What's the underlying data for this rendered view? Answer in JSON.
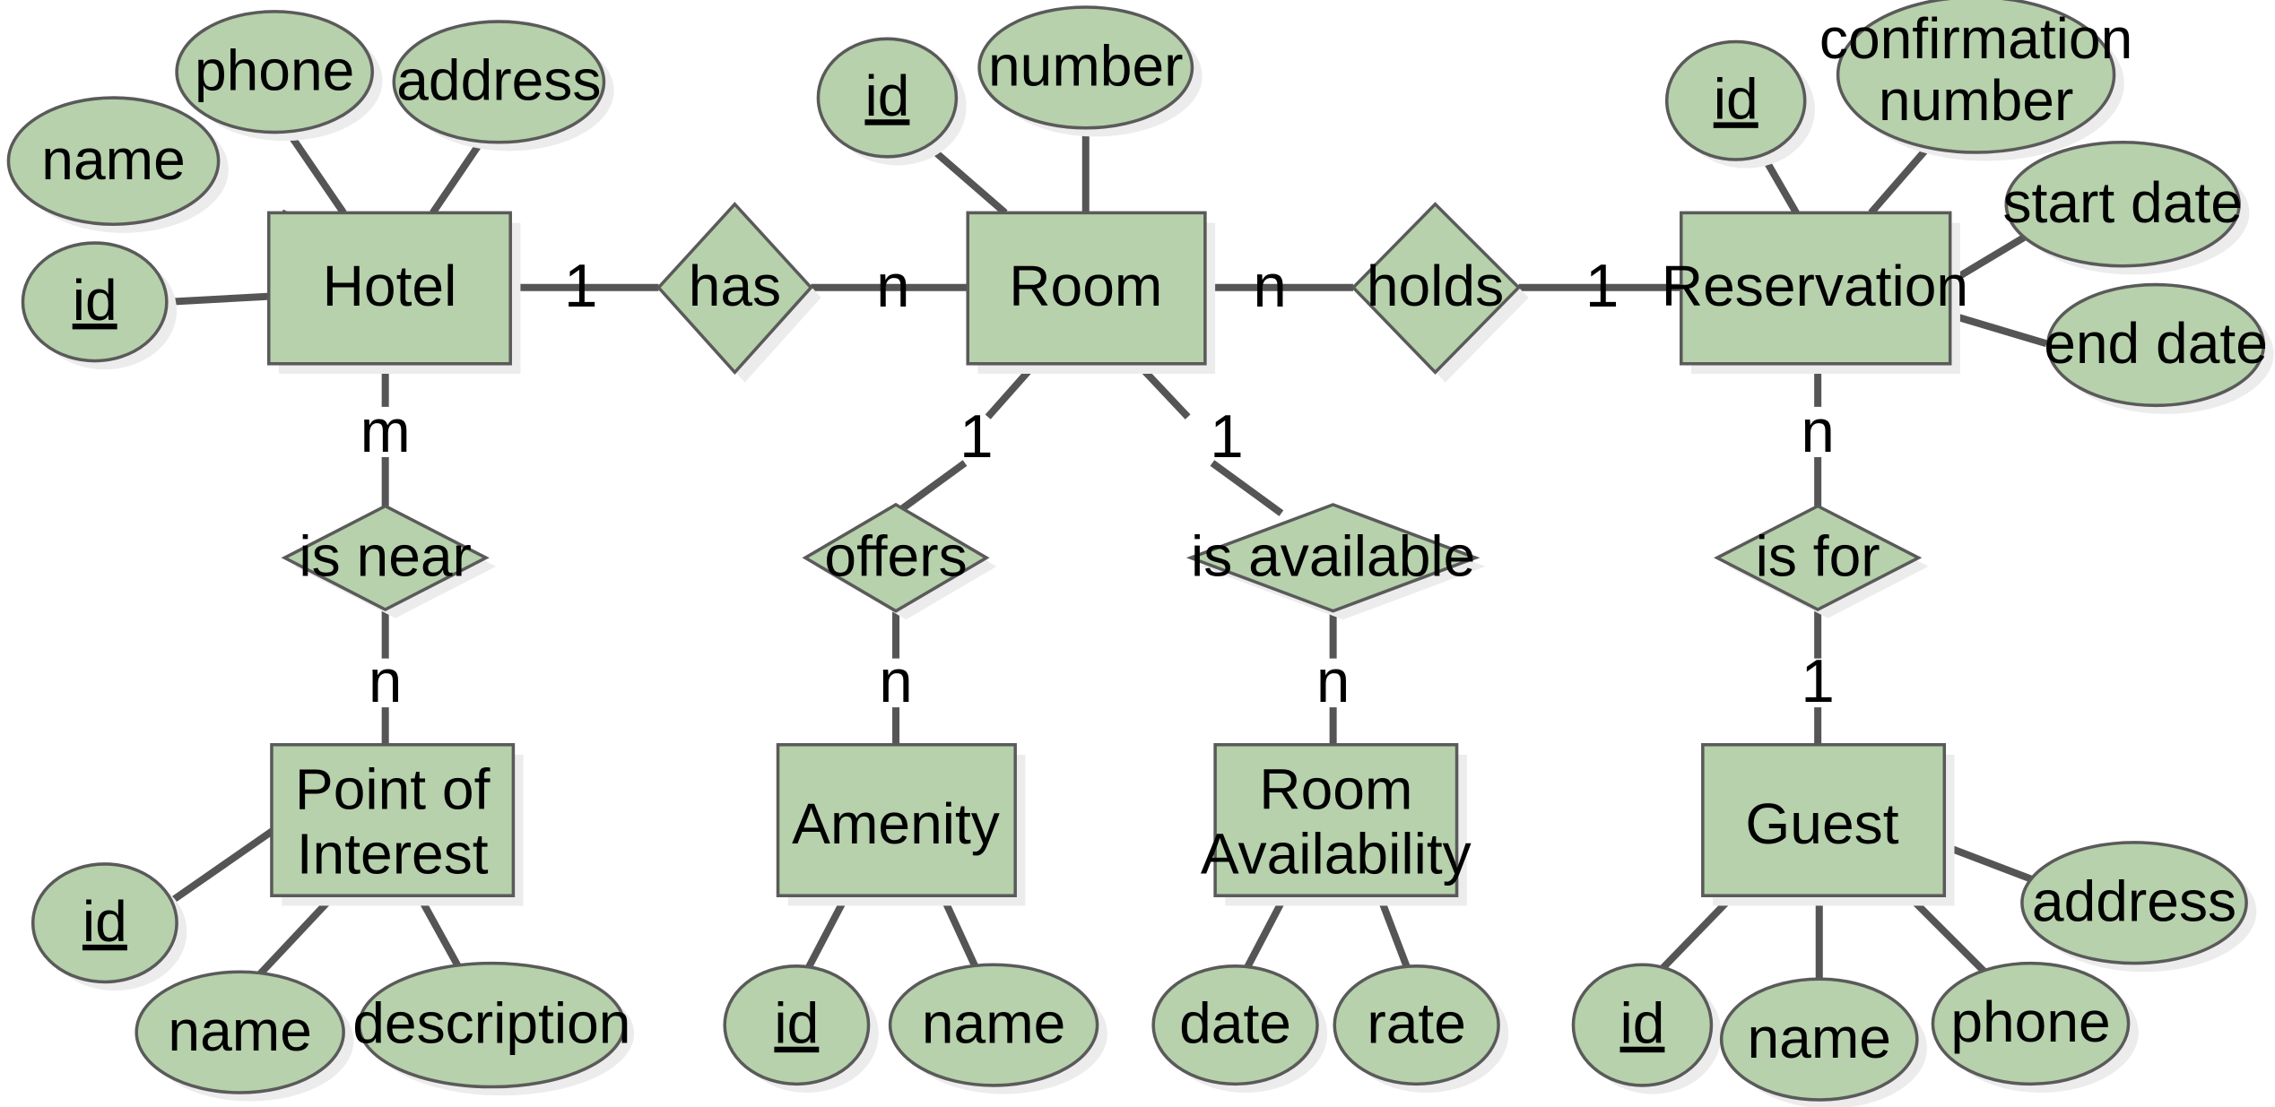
{
  "diagram": {
    "title": "Hotel Reservation ER Diagram",
    "type": "entity-relationship",
    "colors": {
      "shape_fill": "#b6d1ab",
      "shape_stroke": "#5a5a5a",
      "shadow": "#ececec",
      "edge": "#555555",
      "text": "#000000",
      "background": "#ffffff"
    },
    "entities": [
      {
        "id": "hotel",
        "label": "Hotel",
        "lines": [
          "Hotel"
        ]
      },
      {
        "id": "room",
        "label": "Room",
        "lines": [
          "Room"
        ]
      },
      {
        "id": "reservation",
        "label": "Reservation",
        "lines": [
          "Reservation"
        ]
      },
      {
        "id": "poi",
        "label": "Point of Interest",
        "lines": [
          "Point of",
          "Interest"
        ]
      },
      {
        "id": "amenity",
        "label": "Amenity",
        "lines": [
          "Amenity"
        ]
      },
      {
        "id": "room_availability",
        "label": "Room Availability",
        "lines": [
          "Room",
          "Availability"
        ]
      },
      {
        "id": "guest",
        "label": "Guest",
        "lines": [
          "Guest"
        ]
      }
    ],
    "relationships": [
      {
        "id": "has",
        "label": "has",
        "from": "hotel",
        "to": "room",
        "from_cardinality": "1",
        "to_cardinality": "n"
      },
      {
        "id": "holds",
        "label": "holds",
        "from": "room",
        "to": "reservation",
        "from_cardinality": "n",
        "to_cardinality": "1"
      },
      {
        "id": "is_near",
        "label": "is near",
        "from": "hotel",
        "to": "poi",
        "from_cardinality": "m",
        "to_cardinality": "n"
      },
      {
        "id": "offers",
        "label": "offers",
        "from": "room",
        "to": "amenity",
        "from_cardinality": "1",
        "to_cardinality": "n"
      },
      {
        "id": "is_available",
        "label": "is available",
        "from": "room",
        "to": "room_availability",
        "from_cardinality": "1",
        "to_cardinality": "n"
      },
      {
        "id": "is_for",
        "label": "is for",
        "from": "reservation",
        "to": "guest",
        "from_cardinality": "n",
        "to_cardinality": "1"
      }
    ],
    "attributes": [
      {
        "id": "hotel-name",
        "label": "name",
        "entity": "hotel",
        "primary_key": false
      },
      {
        "id": "hotel-phone",
        "label": "phone",
        "entity": "hotel",
        "primary_key": false
      },
      {
        "id": "hotel-address",
        "label": "address",
        "entity": "hotel",
        "primary_key": false
      },
      {
        "id": "hotel-id",
        "label": "id",
        "entity": "hotel",
        "primary_key": true
      },
      {
        "id": "room-id",
        "label": "id",
        "entity": "room",
        "primary_key": true
      },
      {
        "id": "room-number",
        "label": "number",
        "entity": "room",
        "primary_key": false
      },
      {
        "id": "reservation-id",
        "label": "id",
        "entity": "reservation",
        "primary_key": true
      },
      {
        "id": "reservation-confirmation-number",
        "label": "confirmation number",
        "lines": [
          "confirmation",
          "number"
        ],
        "entity": "reservation",
        "primary_key": false
      },
      {
        "id": "reservation-start-date",
        "label": "start date",
        "entity": "reservation",
        "primary_key": false
      },
      {
        "id": "reservation-end-date",
        "label": "end date",
        "entity": "reservation",
        "primary_key": false
      },
      {
        "id": "poi-id",
        "label": "id",
        "entity": "poi",
        "primary_key": true
      },
      {
        "id": "poi-name",
        "label": "name",
        "entity": "poi",
        "primary_key": false
      },
      {
        "id": "poi-description",
        "label": "description",
        "entity": "poi",
        "primary_key": false
      },
      {
        "id": "amenity-id",
        "label": "id",
        "entity": "amenity",
        "primary_key": true
      },
      {
        "id": "amenity-name",
        "label": "name",
        "entity": "amenity",
        "primary_key": false
      },
      {
        "id": "room-availability-date",
        "label": "date",
        "entity": "room_availability",
        "primary_key": false
      },
      {
        "id": "room-availability-rate",
        "label": "rate",
        "entity": "room_availability",
        "primary_key": false
      },
      {
        "id": "guest-id",
        "label": "id",
        "entity": "guest",
        "primary_key": true
      },
      {
        "id": "guest-name",
        "label": "name",
        "entity": "guest",
        "primary_key": false
      },
      {
        "id": "guest-phone",
        "label": "phone",
        "entity": "guest",
        "primary_key": false
      },
      {
        "id": "guest-address",
        "label": "address",
        "entity": "guest",
        "primary_key": false
      }
    ],
    "cardinality_markers": [
      {
        "id": "hotel-has",
        "value": "1"
      },
      {
        "id": "has-room",
        "value": "n"
      },
      {
        "id": "room-holds",
        "value": "n"
      },
      {
        "id": "holds-reservation",
        "value": "1"
      },
      {
        "id": "hotel-is-near",
        "value": "m"
      },
      {
        "id": "is-near-poi",
        "value": "n"
      },
      {
        "id": "room-offers",
        "value": "1"
      },
      {
        "id": "offers-amenity",
        "value": "n"
      },
      {
        "id": "room-is-available",
        "value": "1"
      },
      {
        "id": "is-available-room-availability",
        "value": "n"
      },
      {
        "id": "reservation-is-for",
        "value": "n"
      },
      {
        "id": "is-for-guest",
        "value": "1"
      }
    ]
  }
}
